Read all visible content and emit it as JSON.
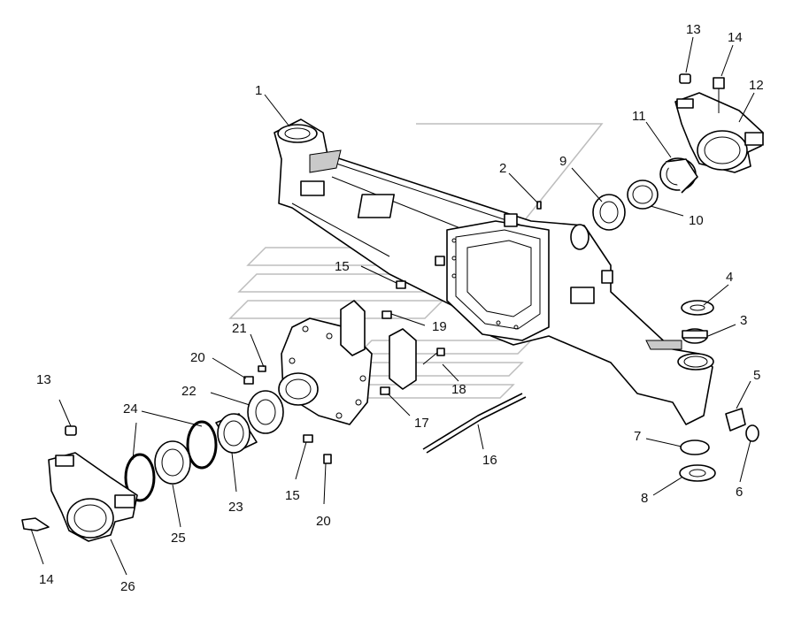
{
  "diagram": {
    "callouts": [
      "1",
      "2",
      "3",
      "4",
      "5",
      "6",
      "7",
      "8",
      "9",
      "10",
      "11",
      "12",
      "13",
      "14",
      "15",
      "16",
      "17",
      "18",
      "19",
      "20",
      "21",
      "22",
      "23",
      "24",
      "25",
      "26"
    ],
    "callouts_left": [
      "13",
      "14",
      "15",
      "20"
    ]
  }
}
